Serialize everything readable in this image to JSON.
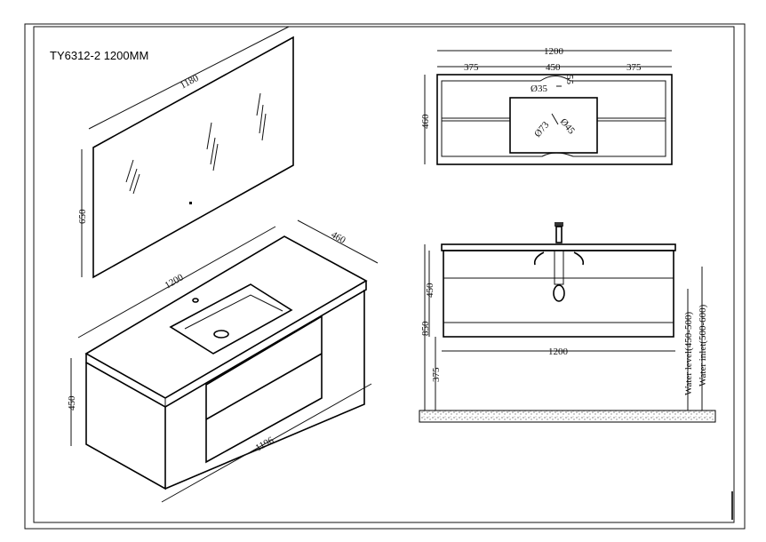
{
  "title": "TY6312-2 1200MM",
  "iso_view": {
    "mirror_width": "1180",
    "mirror_height": "650",
    "top_width": "1200",
    "top_depth": "460",
    "cabinet_height": "450",
    "cabinet_width": "1196"
  },
  "top_view": {
    "overall_width": "1200",
    "left_segment": "375",
    "center_segment": "450",
    "right_segment": "375",
    "depth": "460",
    "tap_hole": "Ø35",
    "tap_offset": "55",
    "drain_outer": "Ø73",
    "drain_inner": "Ø45"
  },
  "front_view": {
    "cabinet_height": "450",
    "total_height": "850",
    "floor_clearance": "375",
    "width": "1200",
    "water_level": "Water level(450-500)",
    "water_inlet": "Water inlet(500-600)"
  }
}
